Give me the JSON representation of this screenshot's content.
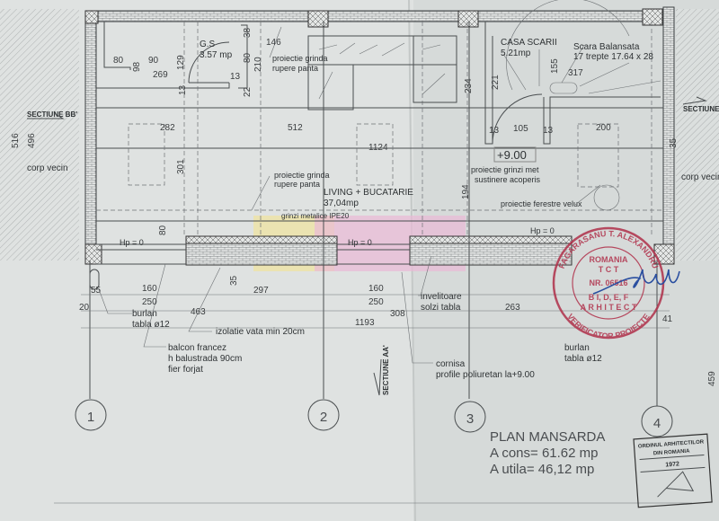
{
  "drawing": {
    "title": "PLAN MANSARDA",
    "area_built": "A cons= 61.62 mp",
    "area_usable": "A utila= 46,12 mp",
    "level": "+9.00",
    "colors": {
      "paper": "#dfe2e1",
      "lines": "#3b3f41",
      "stamp": "#b0304a",
      "signature": "#2a4fa0",
      "watermark_yellow": "#efe3a0",
      "watermark_pink": "#e9b9d6"
    }
  },
  "rooms": [
    {
      "name": "G.S",
      "area": "3.57 mp"
    },
    {
      "name": "LIVING + BUCATARIE",
      "area": "37,04mp"
    },
    {
      "name": "CASA SCARII",
      "area": "5.21mp"
    }
  ],
  "stair": {
    "label": "Scara Balansata",
    "spec": "17 trepte 17.64 x 28"
  },
  "annotations": {
    "beam1": [
      "proiectie grinda",
      "rupere panta"
    ],
    "beam2": [
      "proiectie grinda",
      "rupere panta"
    ],
    "steel": "grinzi metalice IPE20",
    "roof_beams": [
      "proiectie grinzi met",
      "sustinere acoperis"
    ],
    "velux": "proiectie ferestre velux",
    "hp1": "Hp = 0",
    "hp2": "Hp = 0",
    "hp3": "Hp = 0",
    "gutter1": [
      "burlan",
      "tabla ø12"
    ],
    "gutter2": [
      "burlan",
      "tabla ø12"
    ],
    "insulation": "izolatie vata min 20cm",
    "balcony": [
      "balcon francez",
      "h balustrada 90cm",
      "fier forjat"
    ],
    "flashing": [
      "invelitoare",
      "solzi tabla"
    ],
    "cornice": [
      "cornisa",
      "profile poliuretan la+9.00"
    ],
    "section_bb_left": "SECTIUNE BB'",
    "section_bb_right": "SECTIUNE",
    "section_aa": "SECTIUNE AA'",
    "neighbor_left": "corp vecin",
    "neighbor_right": "corp vecin"
  },
  "dimensions": [
    "80",
    "90",
    "269",
    "129",
    "98",
    "38",
    "146",
    "80",
    "210",
    "13",
    "22",
    "13",
    "282",
    "512",
    "1124",
    "301",
    "80",
    "234",
    "221",
    "13",
    "105",
    "13",
    "155",
    "317",
    "200",
    "194",
    "35",
    "160",
    "250",
    "297",
    "160",
    "250",
    "308",
    "463",
    "1193",
    "263",
    "41",
    "55",
    "20",
    "516",
    "496",
    "459",
    "35"
  ],
  "grid_axes": [
    "1",
    "2",
    "3",
    "4"
  ],
  "stamp": {
    "lines": [
      "FAGARASANU T. ALEXANDRU",
      "ROMANIA",
      "T C T",
      "NR. 06516",
      "B I, D, E, F",
      "A R H I T E C T",
      "VERIFICATOR PROIECTE"
    ]
  },
  "oar_stamp": {
    "lines": [
      "ORDINUL ARHITECTILOR",
      "DIN ROMANIA",
      "1972"
    ]
  }
}
